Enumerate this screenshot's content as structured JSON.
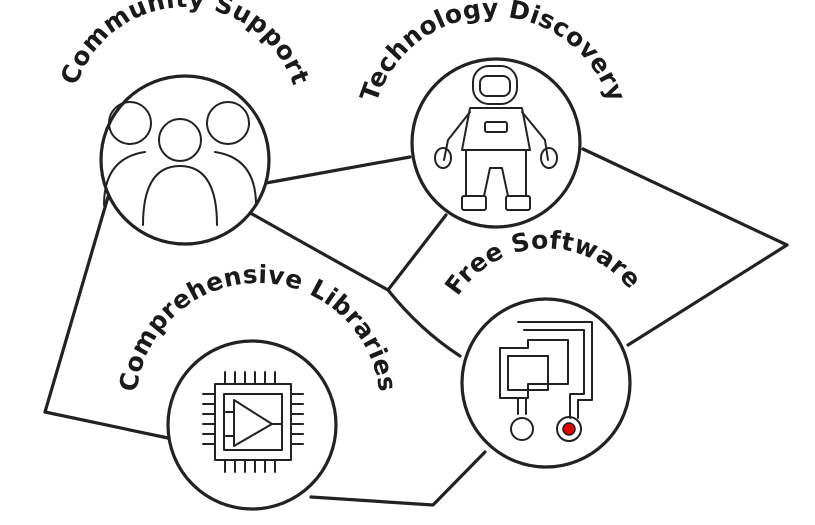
{
  "nodes": {
    "community": {
      "label": "Community Support",
      "icon": "people-group-icon"
    },
    "technology": {
      "label": "Technology Discovery",
      "icon": "astronaut-icon"
    },
    "free_software": {
      "label": "Free Software",
      "icon": "circuit-trace-icon"
    },
    "libraries": {
      "label": "Comprehensive Libraries",
      "icon": "microchip-icon"
    }
  },
  "colors": {
    "ink": "#222222",
    "accent": "#e00000",
    "background": "#ffffff"
  }
}
